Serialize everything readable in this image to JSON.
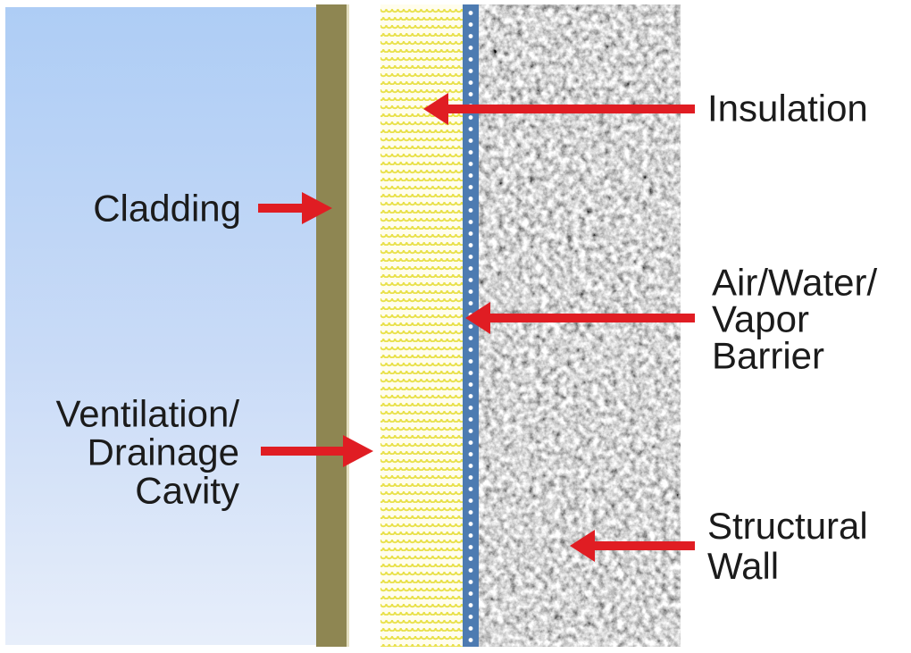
{
  "figure": {
    "type": "wall-assembly-cross-section-diagram",
    "arrow_color": "#e01d23",
    "text_color": "#1b1b1b",
    "layers": [
      {
        "name": "exterior-background",
        "color_top": "#aecdf5",
        "color_bottom": "#e7eefa"
      },
      {
        "name": "cladding",
        "color": "#8e8652"
      },
      {
        "name": "ventilation-drainage-cavity",
        "color": "#ffffff"
      },
      {
        "name": "insulation",
        "background": "#fffdee",
        "squiggle_color": "#e9e14c"
      },
      {
        "name": "air-water-vapor-barrier",
        "color": "#4d7bb1",
        "dot_color": "#ffffff"
      },
      {
        "name": "structural-wall",
        "color": "#a8a8a8"
      }
    ],
    "callouts": [
      {
        "id": "insulation",
        "text": "Insulation",
        "side": "right"
      },
      {
        "id": "cladding",
        "text": "Cladding",
        "side": "left"
      },
      {
        "id": "air-water-vapor-barrier",
        "text": "Air/Water/\nVapor Barrier",
        "side": "right"
      },
      {
        "id": "ventilation-drainage-cavity",
        "text": "Ventilation/\nDrainage\nCavity",
        "side": "left"
      },
      {
        "id": "structural-wall",
        "text": "Structural\nWall",
        "side": "right"
      }
    ]
  }
}
